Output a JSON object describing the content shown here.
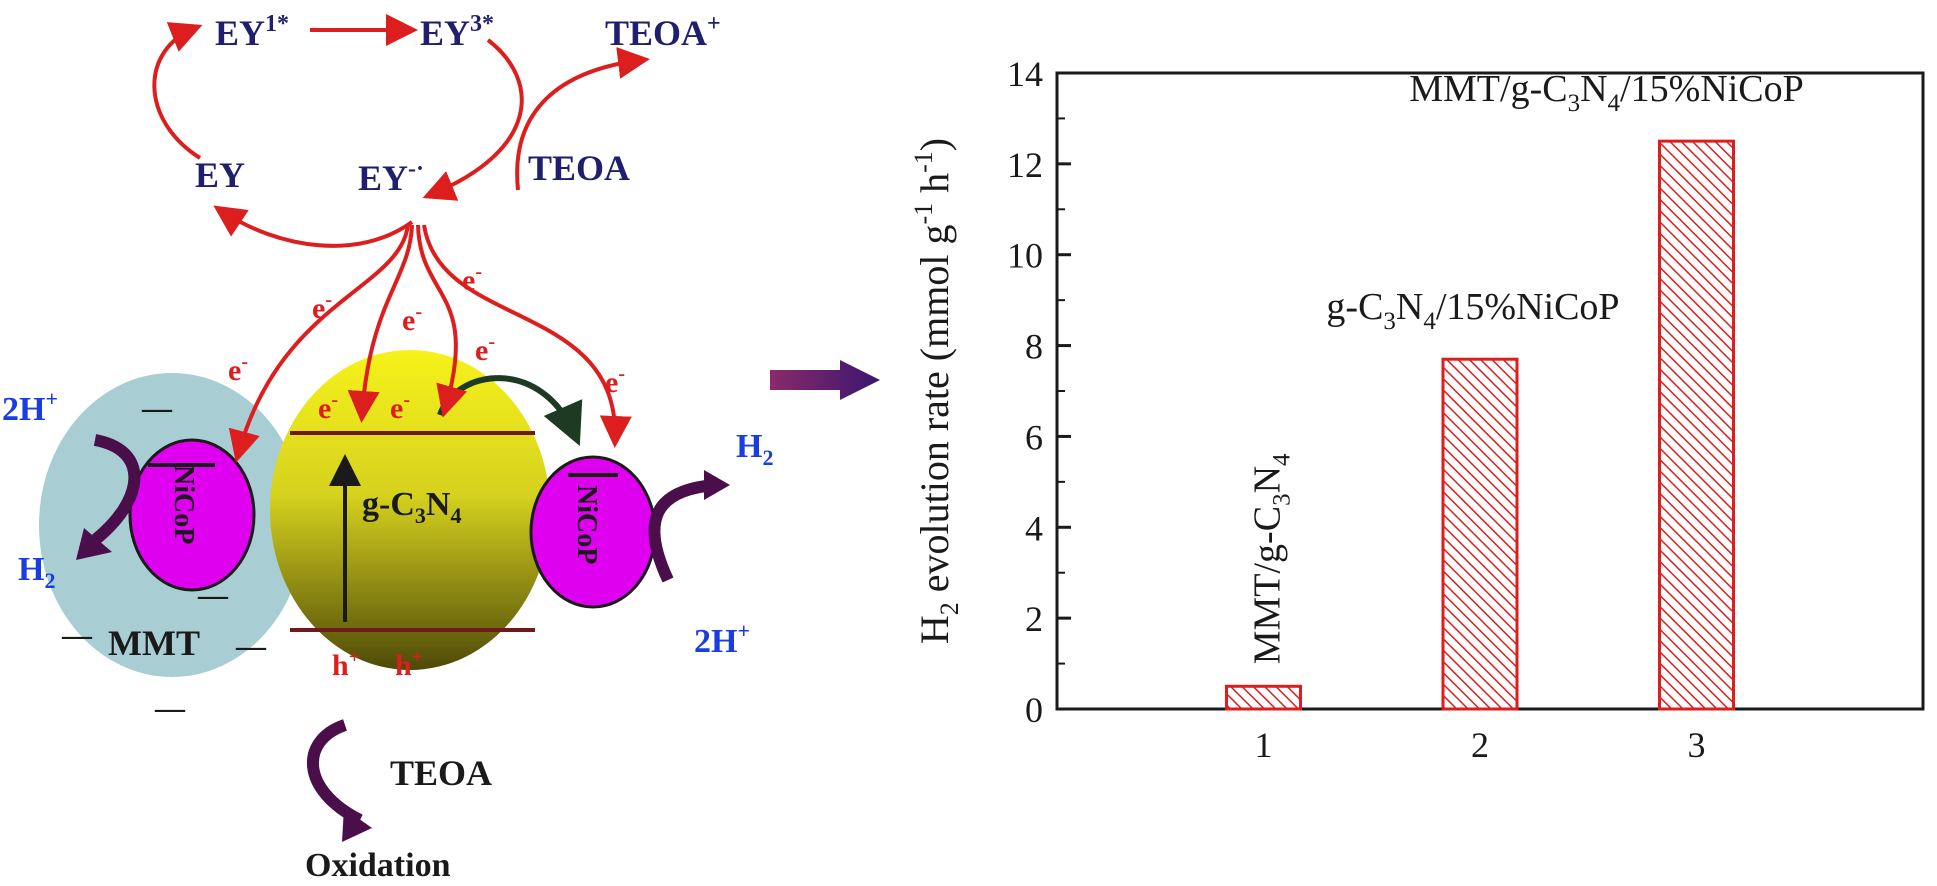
{
  "scheme": {
    "ey1": "EY",
    "ey1_sup": "1*",
    "ey3": "EY",
    "ey3_sup": "3*",
    "teoa_plus": "TEOA",
    "teoa_plus_sup": "+",
    "ey": "EY",
    "ey_radical": "EY",
    "ey_radical_sup": "-·",
    "teoa_top": "TEOA",
    "electron": "e",
    "electron_sup": "-",
    "hole": "h",
    "hole_sup": "+",
    "two_h_plus": "2H",
    "two_h_plus_sup": "+",
    "h2": "H",
    "h2_sub": "2",
    "nicop": "NiCoP",
    "mmt": "MMT",
    "minus": "—",
    "gcn_a": "g-C",
    "gcn_b": "3",
    "gcn_c": "N",
    "gcn_d": "4",
    "teoa_bottom": "TEOA",
    "oxidation": "Oxidation",
    "colors": {
      "mmt_fill": "#a8cdd2",
      "nicop_fill": "#e000f0",
      "arrow_red": "#dc1e1e",
      "text_navy": "#1f1f6e",
      "text_blue": "#1a3de0",
      "curved_arrow": "#4a0f4a",
      "band_line": "#6e1a1a"
    }
  },
  "chart_data": {
    "type": "bar",
    "categories": [
      "1",
      "2",
      "3"
    ],
    "values": [
      0.5,
      7.7,
      12.5
    ],
    "bar_labels": [
      {
        "parts": [
          "MMT/g-C",
          "3",
          "N",
          "4"
        ]
      },
      {
        "parts": [
          "g-C",
          "3",
          "N",
          "4",
          "/15%NiCoP"
        ]
      },
      {
        "parts": [
          "MMT/g-C",
          "3",
          "N",
          "4",
          "/15%NiCoP"
        ]
      }
    ],
    "ylabel_parts": [
      "H",
      "2",
      " evolution rate (mmol g",
      "-1",
      " h",
      "-1",
      ")"
    ],
    "xlabel": "",
    "ylim": [
      0,
      14
    ],
    "yticks": [
      0,
      2,
      4,
      6,
      8,
      10,
      12,
      14
    ],
    "grid": false,
    "bar_color": "#dc1e1e",
    "bar_pattern": "diagonal-hatch"
  }
}
